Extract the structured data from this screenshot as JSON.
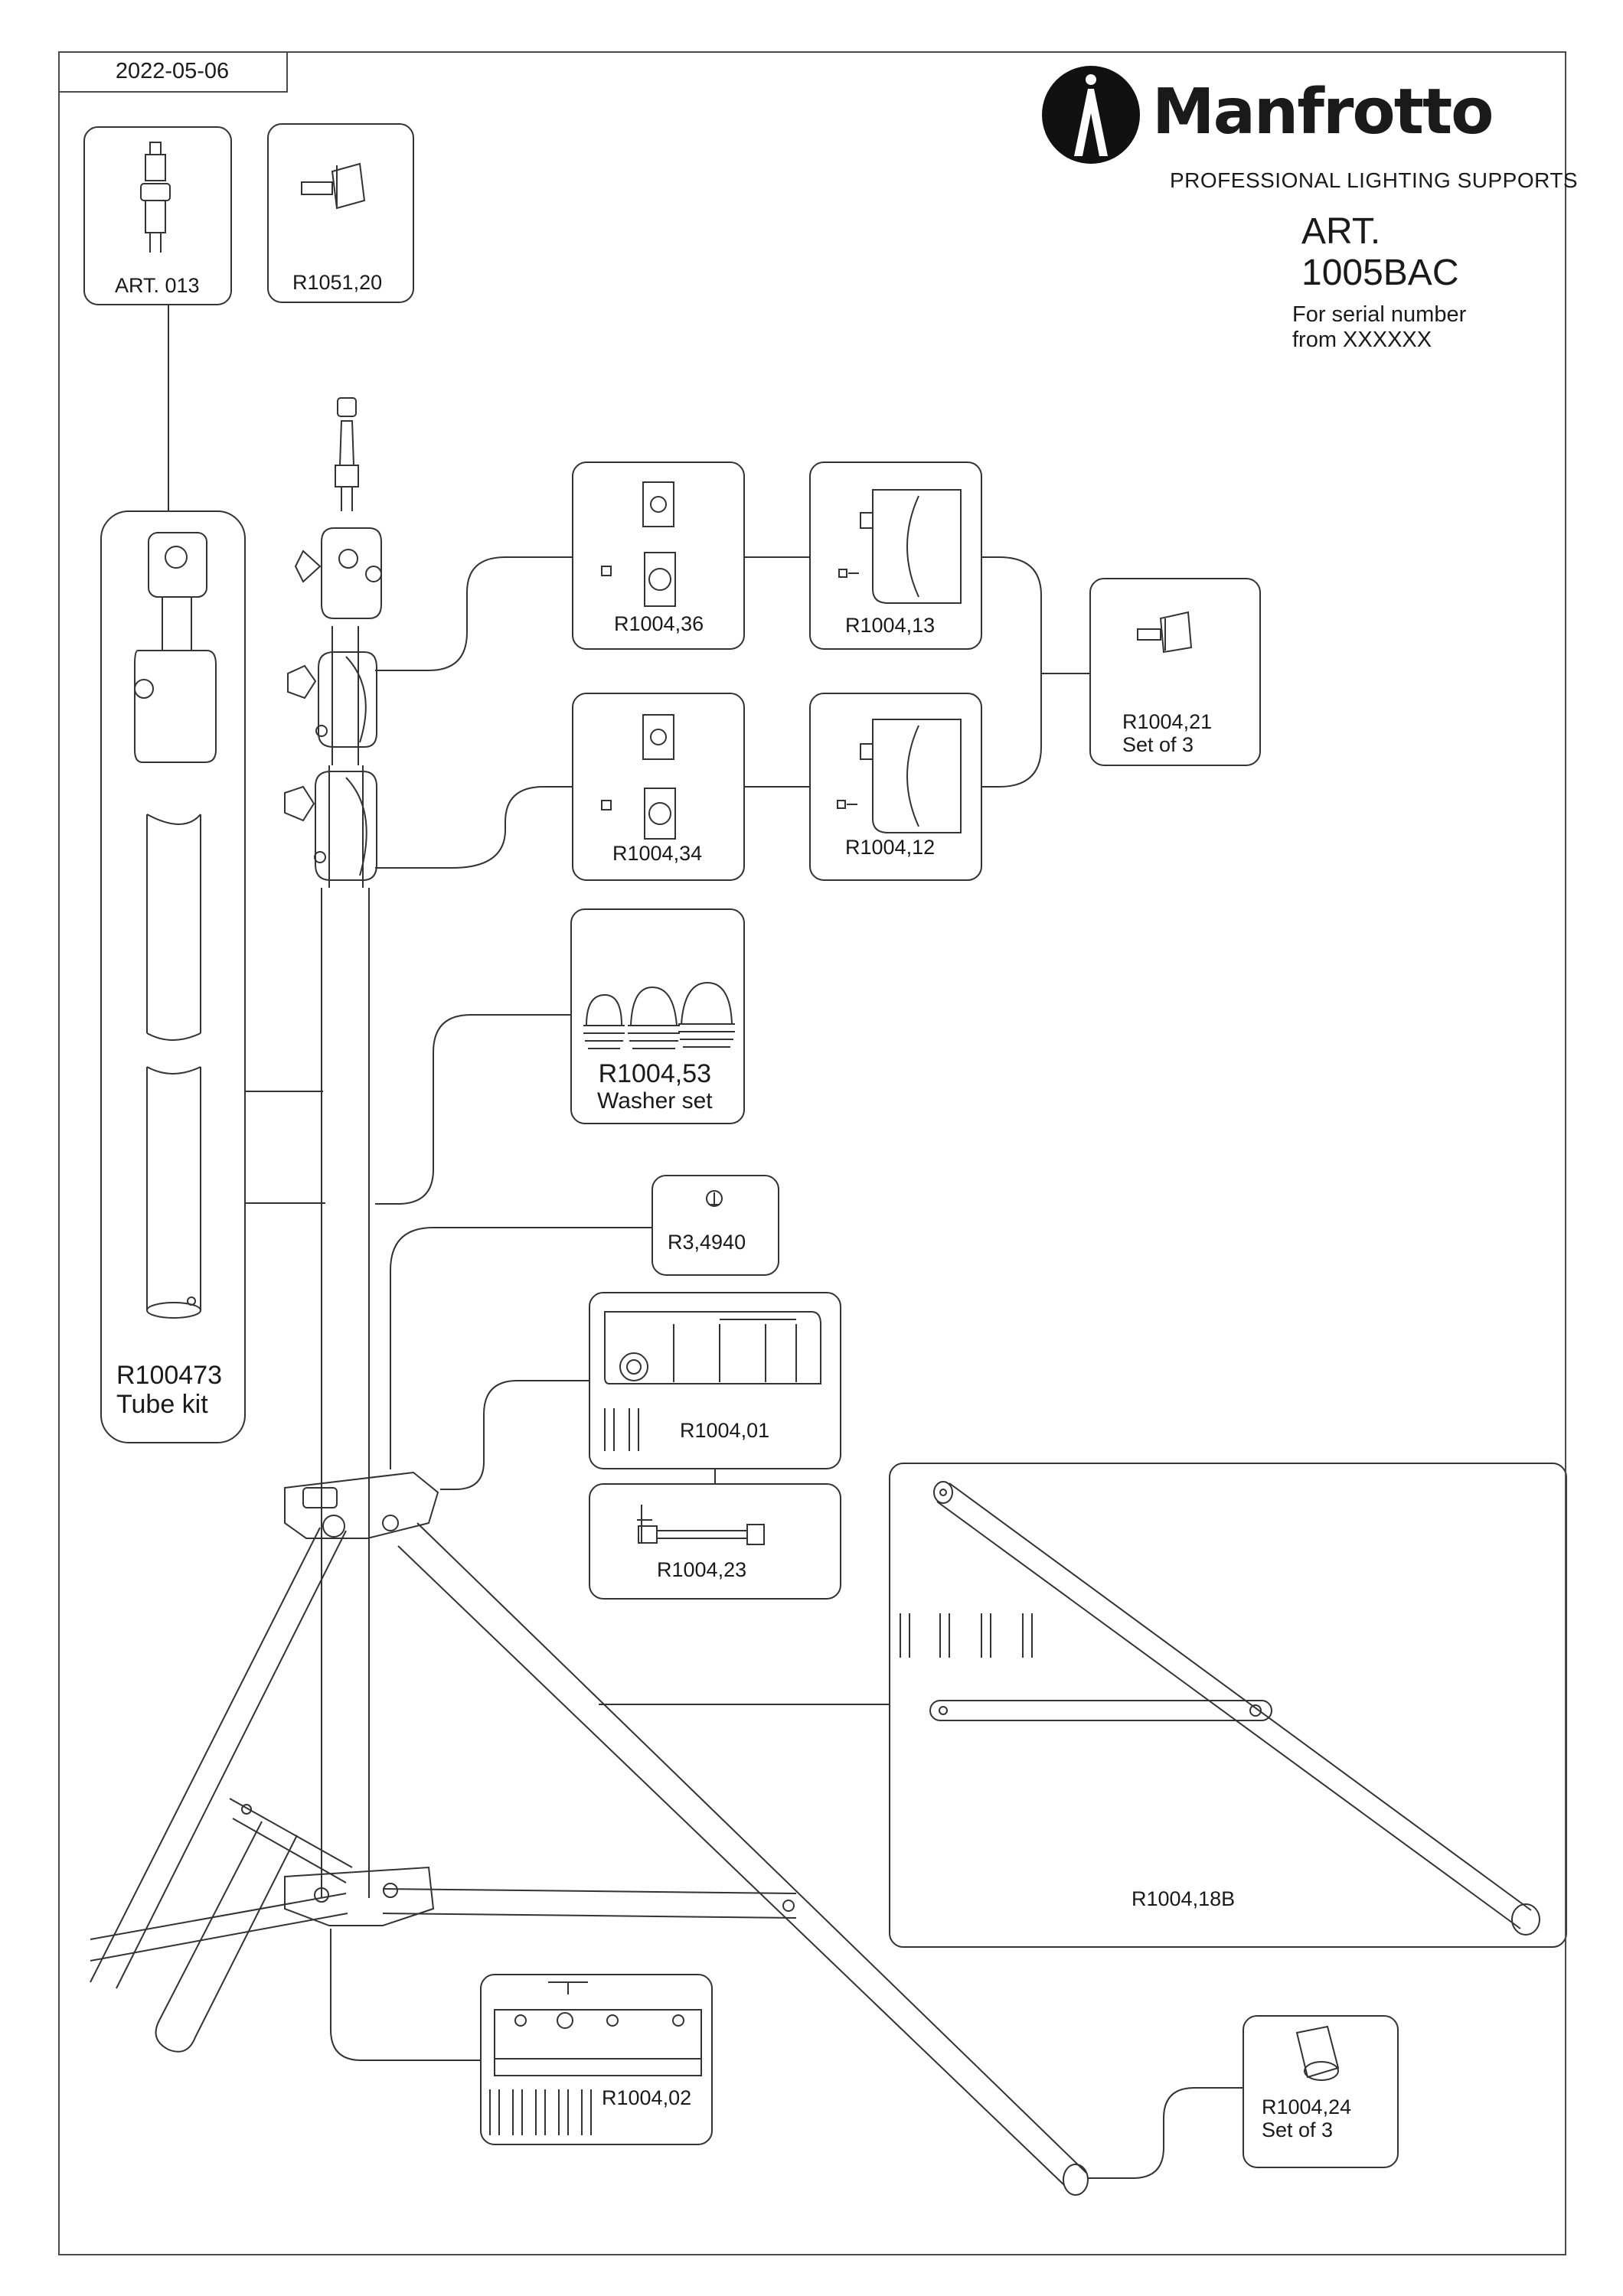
{
  "header": {
    "date": "2022-05-06",
    "brand": "Manfrotto",
    "tagline": "PROFESSIONAL LIGHTING SUPPORTS",
    "art_label": "ART.",
    "art_number": "1005BAC",
    "serial_line1": "For serial number",
    "serial_line2": "from XXXXXX"
  },
  "parts": {
    "art013": "ART. 013",
    "r105120": "R1051,20",
    "r100473_code": "R100473",
    "r100473_name": "Tube kit",
    "r100436": "R1004,36",
    "r100413": "R1004,13",
    "r100434": "R1004,34",
    "r100412": "R1004,12",
    "r100421_code": "R1004,21",
    "r100421_name": "Set of 3",
    "r100453_code": "R1004,53",
    "r100453_name": "Washer set",
    "r34940": "R3,4940",
    "r100401": "R1004,01",
    "r100423": "R1004,23",
    "r100418b": "R1004,18B",
    "r100402": "R1004,02",
    "r100424_code": "R1004,24",
    "r100424_name": "Set of 3"
  }
}
